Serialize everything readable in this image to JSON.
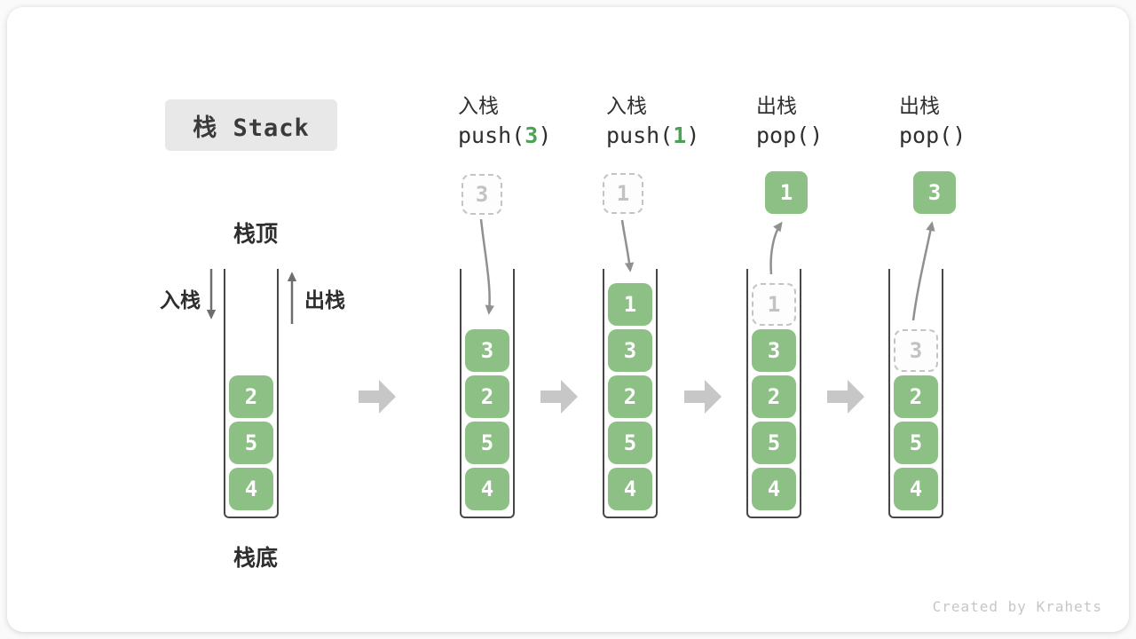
{
  "title": "栈 Stack",
  "watermark": "Created by Krahets",
  "labels": {
    "stack_top": "栈顶",
    "stack_bottom": "栈底",
    "push_side": "入栈",
    "pop_side": "出栈"
  },
  "colors": {
    "box_green": "#8cc084",
    "accent_green": "#4ca254",
    "dashed_border": "#c4c4c4",
    "dashed_text": "#c2c2c2",
    "container_stroke": "#474747",
    "curved_arrow": "#909090",
    "straight_arrow": "#6e6e6e",
    "block_arrow": "#c7c7c7",
    "title_bg": "#e8e8e8",
    "text_dark": "#2e2e2e",
    "watermark_gray": "#c6c6c6"
  },
  "stages": [
    {
      "name": "initial",
      "cells": [
        {
          "value": "2",
          "slot": 2,
          "style": "green"
        },
        {
          "value": "5",
          "slot": 3,
          "style": "green"
        },
        {
          "value": "4",
          "slot": 4,
          "style": "green"
        }
      ]
    },
    {
      "name": "push-3",
      "header": {
        "line1": "入栈",
        "op_pre": "push(",
        "op_arg": "3",
        "op_post": ")"
      },
      "floating": {
        "value": "3",
        "style": "dashed"
      },
      "cells": [
        {
          "value": "3",
          "slot": 1,
          "style": "green"
        },
        {
          "value": "2",
          "slot": 2,
          "style": "green"
        },
        {
          "value": "5",
          "slot": 3,
          "style": "green"
        },
        {
          "value": "4",
          "slot": 4,
          "style": "green"
        }
      ]
    },
    {
      "name": "push-1",
      "header": {
        "line1": "入栈",
        "op_pre": "push(",
        "op_arg": "1",
        "op_post": ")"
      },
      "floating": {
        "value": "1",
        "style": "dashed"
      },
      "cells": [
        {
          "value": "1",
          "slot": 0,
          "style": "green"
        },
        {
          "value": "3",
          "slot": 1,
          "style": "green"
        },
        {
          "value": "2",
          "slot": 2,
          "style": "green"
        },
        {
          "value": "5",
          "slot": 3,
          "style": "green"
        },
        {
          "value": "4",
          "slot": 4,
          "style": "green"
        }
      ]
    },
    {
      "name": "pop-1",
      "header": {
        "line1": "出栈",
        "op_pre": "pop(",
        "op_arg": "",
        "op_post": ")"
      },
      "floating": {
        "value": "1",
        "style": "green"
      },
      "cells": [
        {
          "value": "1",
          "slot": 0,
          "style": "dashed"
        },
        {
          "value": "3",
          "slot": 1,
          "style": "green"
        },
        {
          "value": "2",
          "slot": 2,
          "style": "green"
        },
        {
          "value": "5",
          "slot": 3,
          "style": "green"
        },
        {
          "value": "4",
          "slot": 4,
          "style": "green"
        }
      ]
    },
    {
      "name": "pop-3",
      "header": {
        "line1": "出栈",
        "op_pre": "pop(",
        "op_arg": "",
        "op_post": ")"
      },
      "floating": {
        "value": "3",
        "style": "green"
      },
      "cells": [
        {
          "value": "3",
          "slot": 1,
          "style": "dashed"
        },
        {
          "value": "2",
          "slot": 2,
          "style": "green"
        },
        {
          "value": "5",
          "slot": 3,
          "style": "green"
        },
        {
          "value": "4",
          "slot": 4,
          "style": "green"
        }
      ]
    }
  ]
}
